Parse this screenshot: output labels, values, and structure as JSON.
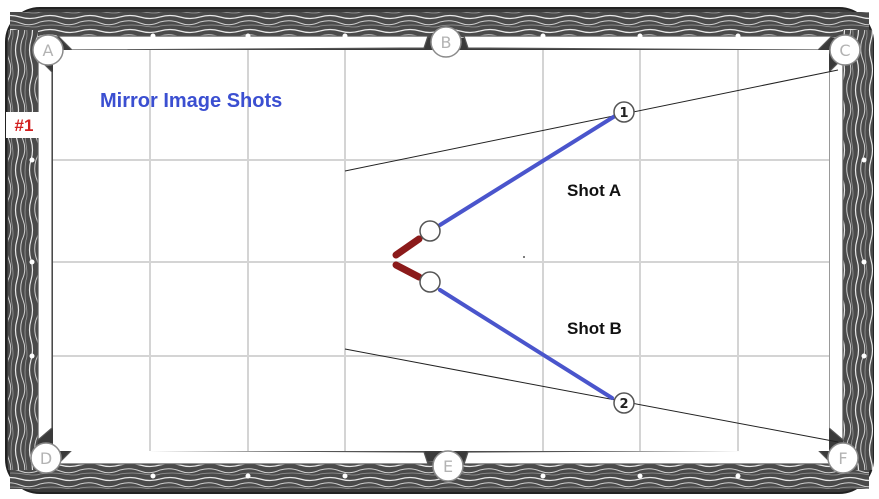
{
  "title": "Mirror Image Shots",
  "badge": "#1",
  "shots": [
    {
      "label": "Shot A",
      "ball_number": "1"
    },
    {
      "label": "Shot B",
      "ball_number": "2"
    }
  ],
  "pockets": [
    "A",
    "B",
    "C",
    "D",
    "E",
    "F"
  ],
  "colors": {
    "title": "#3b4fd1",
    "badge": "#d21f1f",
    "shot_line": "#4a55cc",
    "cue_stick": "#8b1a1a",
    "grid": "#d4d4d4",
    "rail": "#3a3a3a"
  }
}
